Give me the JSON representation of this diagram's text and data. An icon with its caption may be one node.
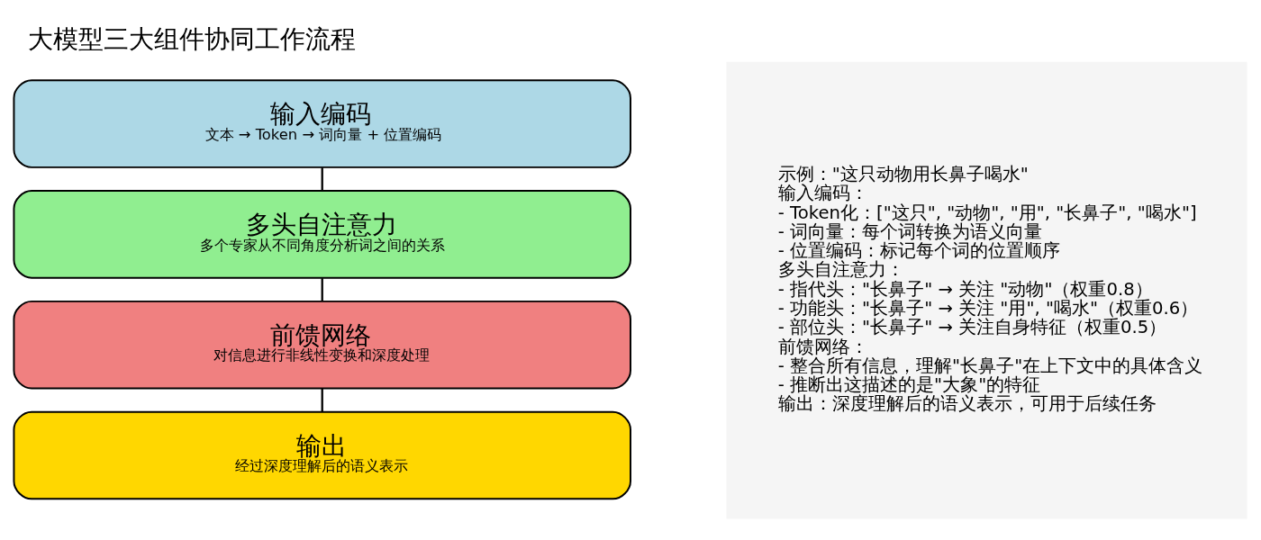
{
  "diagram": {
    "title": "大模型三大组件协同工作流程",
    "nodes": [
      {
        "text": [
          "输入编码",
          "文本 → Token → 词向量 + 位置编码"
        ]
      },
      {
        "text": [
          "多头自注意力",
          "多个专家从不同角度分析词之间的关系"
        ]
      },
      {
        "text": [
          "前馈网络",
          "对信息进行非线性变换和深度处理"
        ]
      },
      {
        "text": [
          "输出",
          "经过深度理解后的语义表示"
        ]
      },
      {
        "text": [
          "示例：\"这只动物用长鼻子喝水\"",
          "输入编码：",
          "- Token化：[\"这只\", \"动物\", \"用\", \"长鼻子\", \"喝水\"]",
          "- 词向量：每个词转换为语义向量",
          "- 位置编码：标记每个词的位置顺序",
          "多头自注意力：",
          "- 指代头：\"长鼻子\" → 关注 \"动物\"（权重0.8）",
          "- 功能头：\"长鼻子\" → 关注 \"用\", \"喝水\"（权重0.6）",
          "- 部位头：\"长鼻子\" → 关注自身特征（权重0.5）",
          "前馈网络：",
          "- 整合所有信息，理解\"长鼻子\"在上下文中的具体含义",
          "- 推断出这描述的是\"大象\"的特征",
          "输出：深度理解后的语义表示，可用于后续任务"
        ]
      }
    ],
    "edges": [
      {
        "from": 0,
        "to": 1,
        "arrow": "none"
      },
      {
        "from": 1,
        "to": 2,
        "arrow": "none"
      },
      {
        "from": 2,
        "to": 3,
        "arrow": "none"
      }
    ]
  }
}
